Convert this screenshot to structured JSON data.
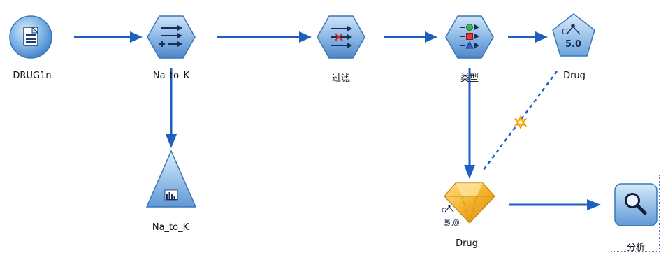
{
  "stream": {
    "nodes": {
      "drug1n": {
        "label": "DRUG1n",
        "icon": "var-file-source-icon"
      },
      "derive": {
        "label": "Na_to_K",
        "icon": "derive-arrows-icon"
      },
      "filter": {
        "label": "过滤",
        "icon": "filter-icon"
      },
      "type": {
        "label": "类型",
        "icon": "type-icon"
      },
      "c50_modeling": {
        "label": "Drug",
        "icon": "c50-modeling-icon"
      },
      "histogram": {
        "label": "Na_to_K",
        "icon": "histogram-icon"
      },
      "c50_nugget": {
        "label": "Drug",
        "icon": "c50-model-nugget-icon"
      },
      "analysis": {
        "label": "分析",
        "icon": "magnifier-icon"
      }
    },
    "colors": {
      "connector": "#1f5fbf",
      "source_node": "#6ea6dc",
      "nugget": "#f3b22a",
      "selection_frame": "#4a7fbf"
    }
  }
}
